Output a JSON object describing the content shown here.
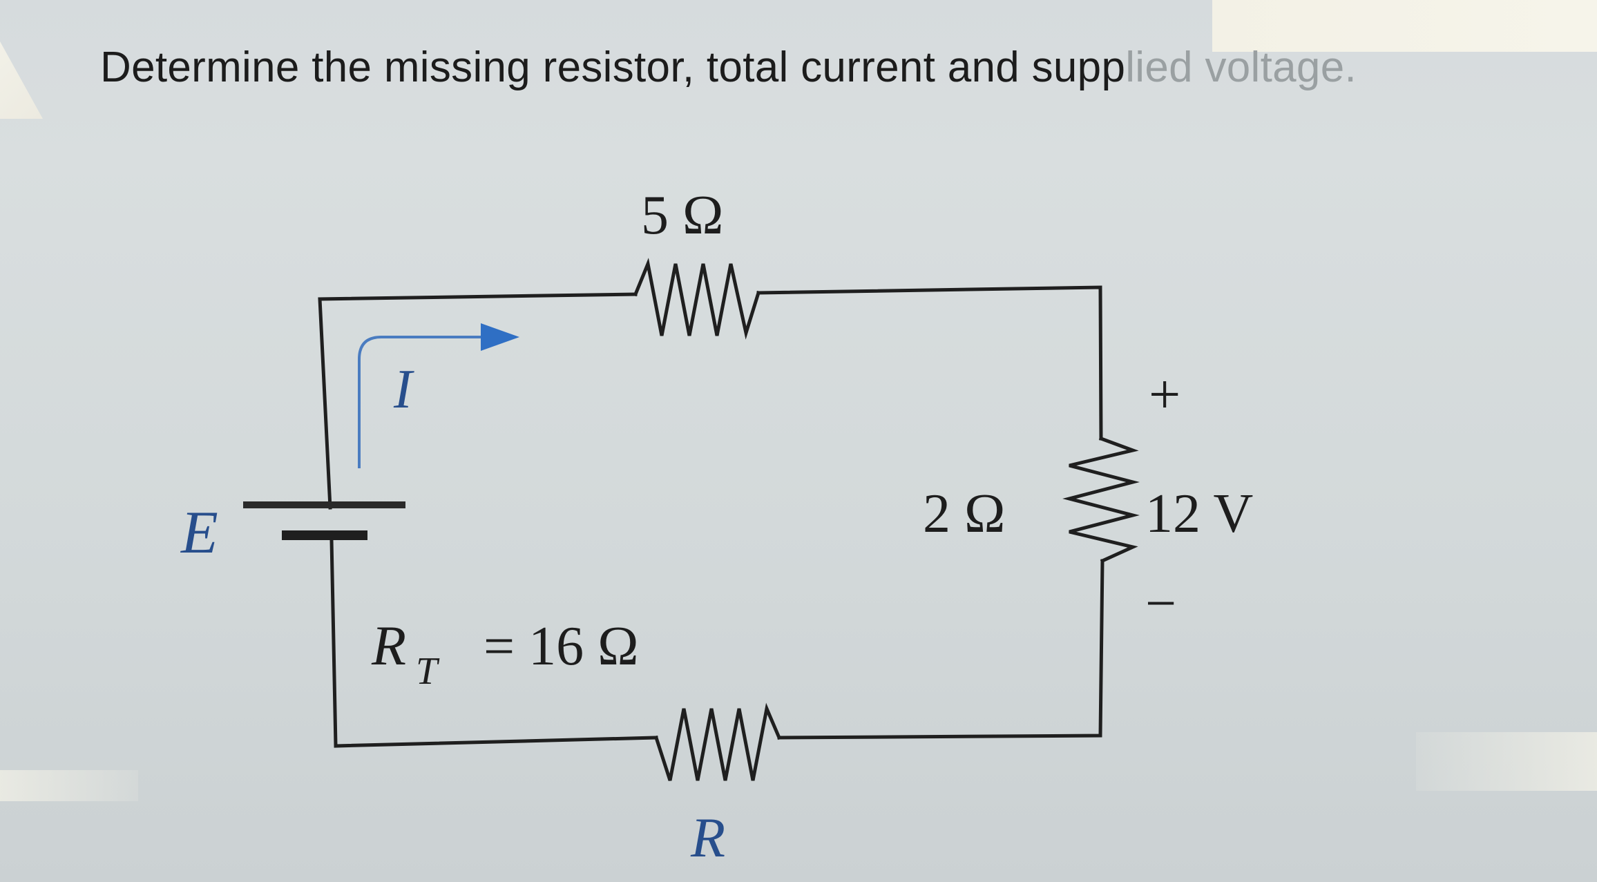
{
  "question": {
    "text": "Determine the missing resistor, total current and supp",
    "text_faded": "lied voltage."
  },
  "circuit": {
    "top_resistor_label": "5 Ω",
    "right_resistor_label": "2 Ω",
    "right_voltage_label": "12 V",
    "plus_sign": "+",
    "minus_sign": "−",
    "source_label": "E",
    "current_label": "I",
    "total_resistance_symbol": "R",
    "total_resistance_subscript": "T",
    "total_resistance_value": "= 16 Ω",
    "bottom_resistor_label": "R"
  },
  "colors": {
    "wire": "#1f1f1f",
    "label_blue": "#274e8c",
    "arrow_blue": "#2f6fc4"
  }
}
